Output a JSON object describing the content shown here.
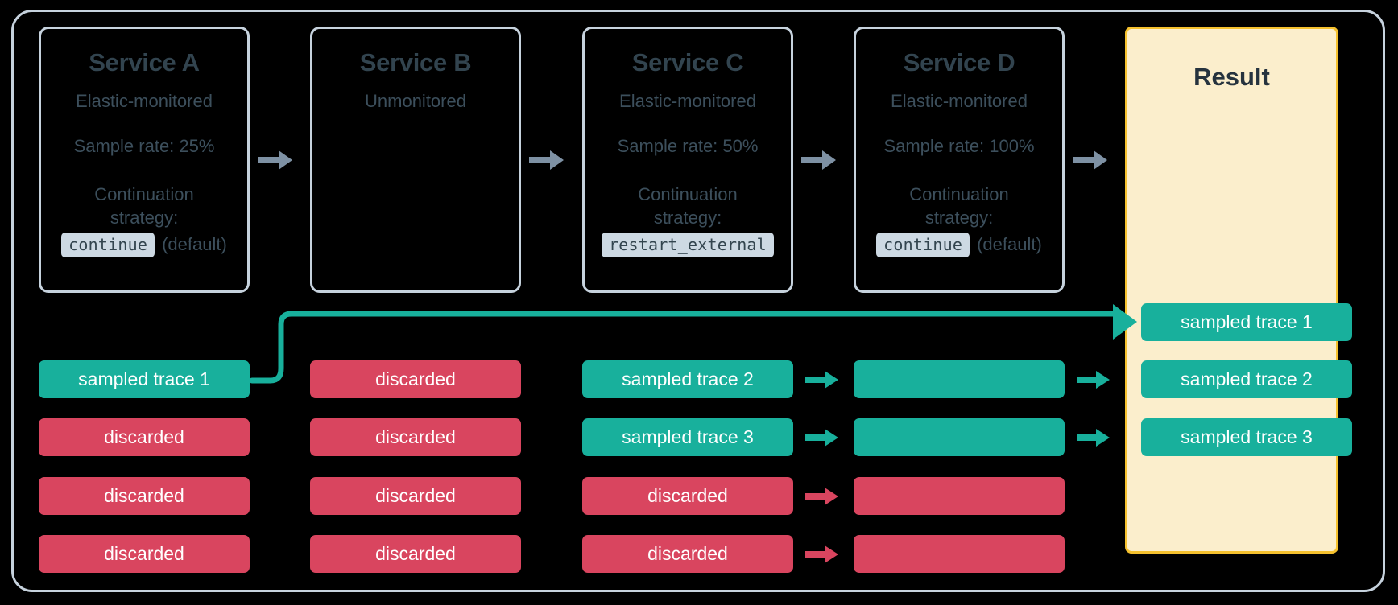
{
  "diagram": {
    "title": "Distributed tracing sampling across services",
    "colors": {
      "background": "#000000",
      "frame_border": "#c6d2dd",
      "card_border": "#c6d2dd",
      "card_text": "#3c4f5c",
      "card_title": "#32444f",
      "sampled_green": "#18b09c",
      "discarded_red": "#d9455f",
      "result_background": "#fbeecc",
      "result_border": "#f5c12e",
      "gray_arrow": "#7e91a4",
      "code_badge_bg": "#cdd9e3"
    }
  },
  "services": [
    {
      "title": "Service A",
      "monitoring": "Elastic-monitored",
      "sample_rate": "Sample rate: 25%",
      "strategy_label_line1": "Continuation",
      "strategy_label_line2": "strategy:",
      "strategy_value": "continue",
      "strategy_note": "(default)"
    },
    {
      "title": "Service B",
      "monitoring": "Unmonitored",
      "sample_rate": "",
      "strategy_label_line1": "",
      "strategy_label_line2": "",
      "strategy_value": "",
      "strategy_note": ""
    },
    {
      "title": "Service C",
      "monitoring": "Elastic-monitored",
      "sample_rate": "Sample rate: 50%",
      "strategy_label_line1": "Continuation",
      "strategy_label_line2": "strategy:",
      "strategy_value": "restart_external",
      "strategy_note": ""
    },
    {
      "title": "Service D",
      "monitoring": "Elastic-monitored",
      "sample_rate": "Sample rate: 100%",
      "strategy_label_line1": "Continuation",
      "strategy_label_line2": "strategy:",
      "strategy_value": "continue",
      "strategy_note": "(default)"
    }
  ],
  "result": {
    "title": "Result",
    "boxes": [
      {
        "label": "sampled trace 1",
        "state": "sampled"
      },
      {
        "label": "sampled trace 2",
        "state": "sampled"
      },
      {
        "label": "sampled trace 3",
        "state": "sampled"
      }
    ]
  },
  "trace_grid": {
    "columns": [
      "Service A",
      "Service B",
      "Service C",
      "Service D"
    ],
    "rows": [
      [
        {
          "label": "sampled trace 1",
          "state": "sampled"
        },
        {
          "label": "discarded",
          "state": "discarded"
        },
        {
          "label": "sampled trace 2",
          "state": "sampled"
        },
        {
          "label": "",
          "state": "sampled"
        }
      ],
      [
        {
          "label": "discarded",
          "state": "discarded"
        },
        {
          "label": "discarded",
          "state": "discarded"
        },
        {
          "label": "sampled trace 3",
          "state": "sampled"
        },
        {
          "label": "",
          "state": "sampled"
        }
      ],
      [
        {
          "label": "discarded",
          "state": "discarded"
        },
        {
          "label": "discarded",
          "state": "discarded"
        },
        {
          "label": "discarded",
          "state": "discarded"
        },
        {
          "label": "",
          "state": "discarded"
        }
      ],
      [
        {
          "label": "discarded",
          "state": "discarded"
        },
        {
          "label": "discarded",
          "state": "discarded"
        },
        {
          "label": "discarded",
          "state": "discarded"
        },
        {
          "label": "",
          "state": "discarded"
        }
      ]
    ]
  },
  "connectors": {
    "service_flow_arrow": "right-arrow-icon",
    "curved_bypass": "curved-connector-sampled-trace-1"
  }
}
